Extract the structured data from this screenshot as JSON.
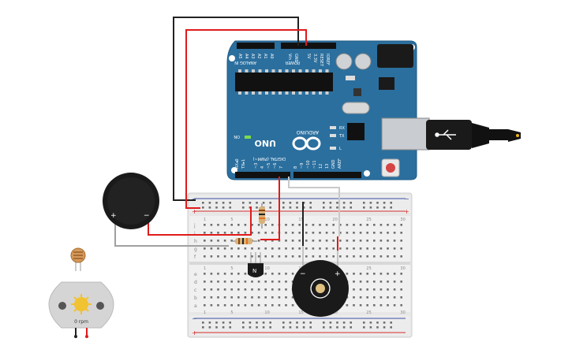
{
  "arduino": {
    "brand": "ARDUINO",
    "model": "UNO",
    "on_label": "ON",
    "tx_label": "TX",
    "rx_label": "RX",
    "l_label": "L",
    "aref_label": "AREF",
    "gnd_label": "GND",
    "power_label": "POWER",
    "analog_label": "ANALOG IN",
    "digital_label": "DIGITAL (PWM~)",
    "tx1_label": "TX▸1",
    "rx0_label": "RX◂0",
    "ioref_label": "IOREF",
    "reset_label": "RESET",
    "v33_label": "3.3V",
    "v5_label": "5V",
    "vin_label": "Vin",
    "analog_pins": [
      "A0",
      "A1",
      "A2",
      "A3",
      "A4",
      "A5"
    ],
    "digital_pins": [
      "~3",
      "4",
      "~5",
      "~6",
      "7",
      "8",
      "~9",
      "~10",
      "~11",
      "12",
      "13"
    ]
  },
  "breadboard": {
    "plus": "+",
    "minus": "−",
    "row_letters_top": [
      "a",
      "b",
      "c",
      "d",
      "e"
    ],
    "row_letters_bottom": [
      "f",
      "g",
      "h",
      "i",
      "j"
    ],
    "col_numbers": [
      "1",
      "5",
      "10",
      "15",
      "20",
      "25",
      "30"
    ]
  },
  "buzzer_left": {
    "plus": "+",
    "minus": "−"
  },
  "buzzer_right": {
    "plus": "+",
    "minus": "−"
  },
  "motor": {
    "rpm_label": "0 rpm"
  },
  "colors": {
    "arduino_blue": "#2b6f9e",
    "wire_red": "#e01b1b",
    "wire_black": "#222222",
    "wire_gray": "#a0a0a0",
    "breadboard": "#e6e6e6"
  }
}
